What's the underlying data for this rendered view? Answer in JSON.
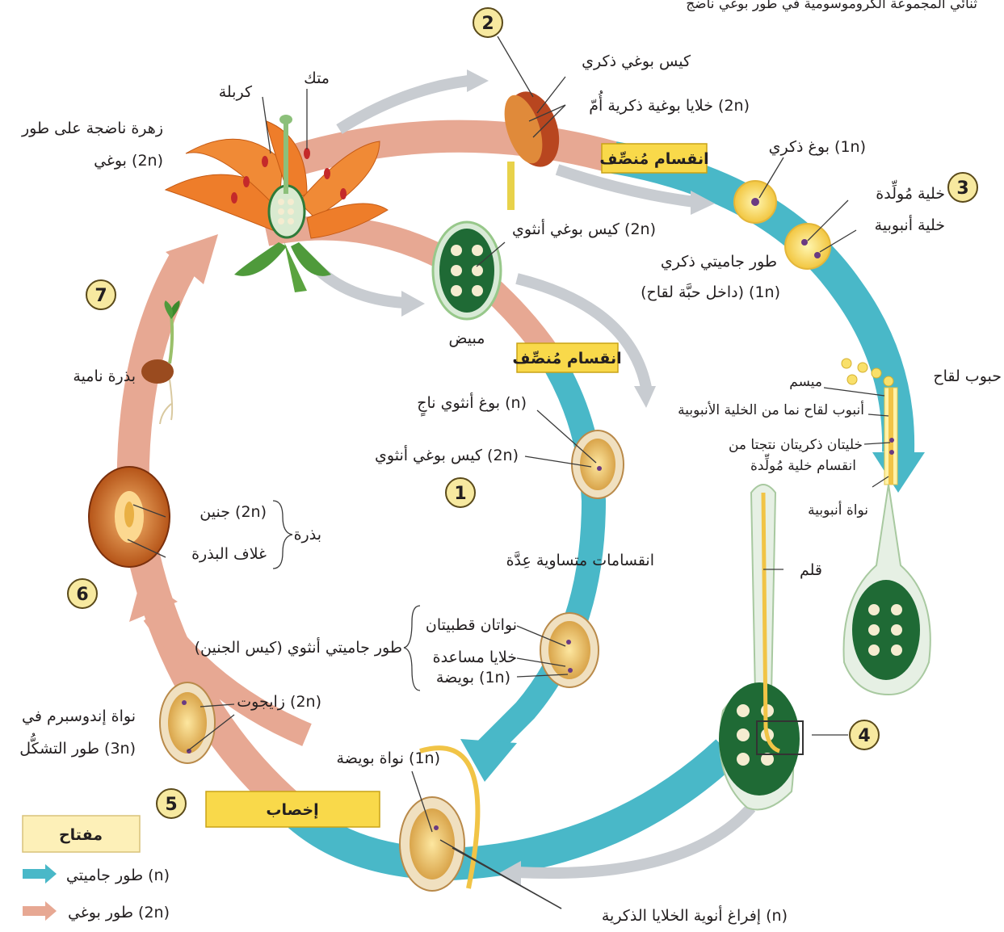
{
  "header_partial": "ثنائي المجموعة الكروموسومية في طور بوغي ناضج",
  "stage_numbers": [
    "1",
    "2",
    "3",
    "4",
    "5",
    "6",
    "7"
  ],
  "process_labels": {
    "meiosis_top": "انقسام مُنصِّف",
    "meiosis_mid": "انقسام مُنصِّف",
    "fertilization": "إخصاب",
    "mitosis": "انقسامات متساوية عِدَّة"
  },
  "flower": {
    "mature_flower": [
      "زهرة ناضجة على طور",
      "بوغي (2n)"
    ],
    "anther": "متك",
    "carpel": "كربلة",
    "ovary": "مبيض"
  },
  "male": {
    "microsporangium": "كيس بوغي ذكري",
    "microspore_mother_cells": "خلايا بوغية ذكرية أُمّ (2n)",
    "microspore": "بوغ ذكري (1n)",
    "generative_cell": "خلية مُولِّدة",
    "tube_cell": "خلية أنبوبية",
    "male_gametophyte": [
      "طور جاميتي ذكري",
      "(داخل حبَّة لقاح) (1n)"
    ]
  },
  "female": {
    "megasporangium_2n": "كيس بوغي أنثوي (2n)",
    "megaspore": "بوغ أنثوي ناجٍ (n)",
    "megasporangium_2n_b": "كيس بوغي أنثوي (2n)",
    "polar_nuclei": "نواتان قطبيتان",
    "synergids": "خلايا مساعدة",
    "egg": "بويضة (1n)",
    "female_gametophyte": "طور جاميتي أنثوي (كيس الجنين)"
  },
  "pollination": {
    "pollen_grains": "حبوب لقاح",
    "stigma": "ميسم",
    "pollen_tube": "أنبوب لقاح نما من الخلية الأنبوبية",
    "sperm_cells": [
      "خليتان ذكريتان نتجتا من",
      "انقسام خلية مُولِّدة"
    ],
    "tube_nucleus": "نواة أنبوبية",
    "style": "قلم"
  },
  "fertilization_labels": {
    "egg_nucleus": "نواة بويضة (1n)",
    "discharge": "إفراغ أنوية الخلايا الذكرية (n)",
    "zygote": "زايجوت (2n)",
    "endosperm": [
      "نواة إندوسبرم في",
      "طور التشكُّل (3n)"
    ]
  },
  "seed": {
    "embryo": "جنين (2n)",
    "seed_coat": "غلاف البذرة",
    "seed": "بذرة",
    "growing_seed": "بذرة نامية"
  },
  "key": {
    "title": "مفتاح",
    "gametophyte": "طور جاميتي (n)",
    "sporophyte": "طور بوغي (2n)"
  },
  "colors": {
    "gametophyte_arrow": "#49b8c8",
    "sporophyte_arrow": "#e7a893",
    "process_box": "#f9d94a",
    "number_circle": "#f7e9a0",
    "flower_petal": "#ee7d2a",
    "ovary_green": "#1f6a35"
  }
}
